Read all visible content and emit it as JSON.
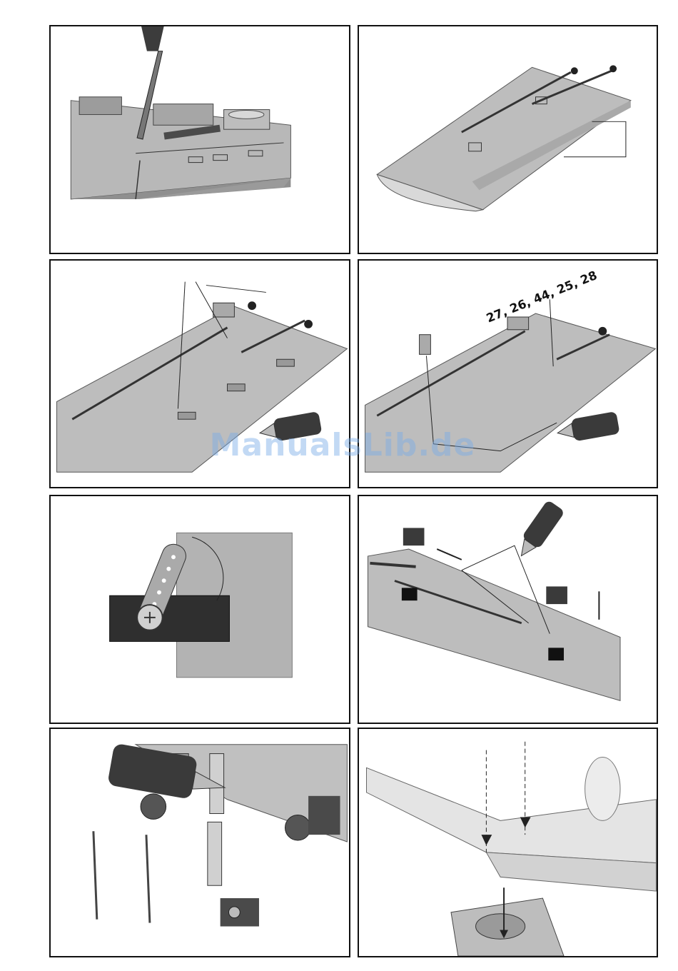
{
  "panels": [
    {
      "id": "p1",
      "description": "wing-cut"
    },
    {
      "id": "p2",
      "description": "aileron-wing"
    },
    {
      "id": "p3",
      "description": "hinge-glue"
    },
    {
      "id": "p4",
      "description": "linkage-parts"
    },
    {
      "id": "p5",
      "description": "servo-arm"
    },
    {
      "id": "p6",
      "description": "servo-install"
    },
    {
      "id": "p7",
      "description": "pushrod"
    },
    {
      "id": "p8",
      "description": "wing-mount"
    }
  ],
  "part_numbers": "27, 26, 44, 25, 28",
  "watermark": "ManualsLib.de",
  "colors": {
    "wing": "#b9b9b9",
    "wing_dark": "#8c8c8c",
    "servo": "#3a3a3a",
    "plate": "#b3b3b3",
    "line": "#222222"
  }
}
